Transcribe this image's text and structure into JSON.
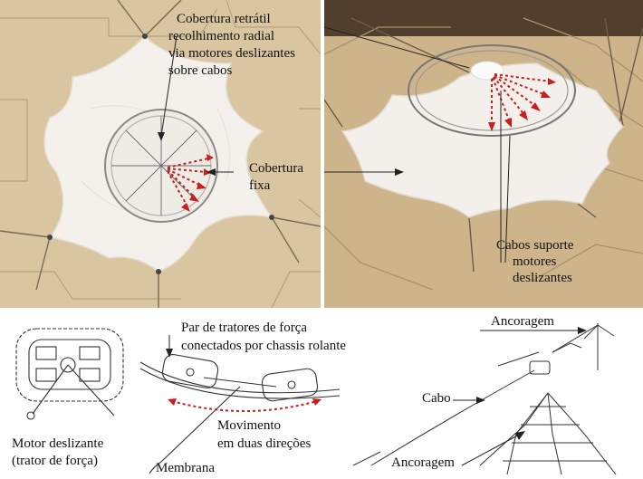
{
  "labels": {
    "retractable_l1": "Cobertura retrátil",
    "retractable_l2": "recolhimento radial",
    "retractable_l3": "via motores deslizantes",
    "retractable_l4": "sobre cabos",
    "fixed_l1": "Cobertura",
    "fixed_l2": "fixa",
    "cables_l1": "Cabos  suporte",
    "cables_l2": "motores",
    "cables_l3": "deslizantes",
    "tractors_l1": "Par de tratores de força",
    "tractors_l2": "conectados por chassis rolante",
    "anchor_top": "Ancoragem",
    "cable": "Cabo",
    "anchor_bottom": "Ancoragem",
    "movement_l1": "Movimento",
    "movement_l2": "em duas direções",
    "membrane": "Membrana",
    "motor_l1": "Motor deslizante",
    "motor_l2": "(trator de força)"
  },
  "colors": {
    "arrow_red": "#c81e1e",
    "board": "#d9c6a0",
    "membrane": "#f4f1ec"
  }
}
